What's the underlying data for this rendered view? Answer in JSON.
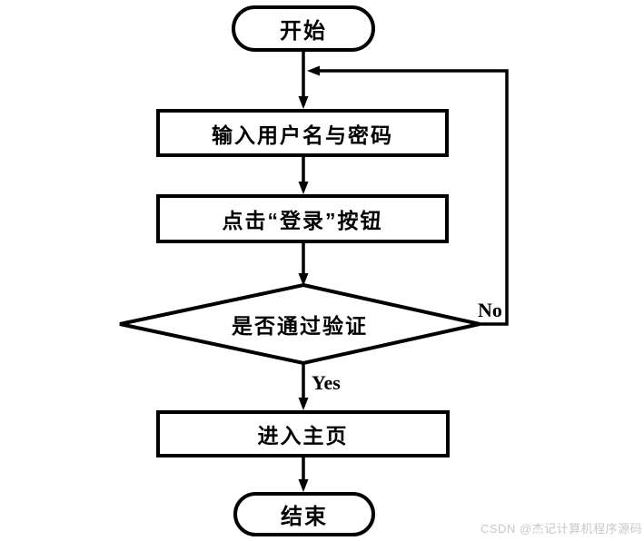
{
  "flowchart": {
    "nodes": {
      "start": {
        "label": "开始",
        "type": "terminator"
      },
      "input": {
        "label": "输入用户名与密码",
        "type": "process"
      },
      "click": {
        "label": "点击“登录”按钮",
        "type": "process"
      },
      "verify": {
        "label": "是否通过验证",
        "type": "decision"
      },
      "home": {
        "label": "进入主页",
        "type": "process"
      },
      "end": {
        "label": "结束",
        "type": "terminator"
      }
    },
    "edges": {
      "yes_label": "Yes",
      "no_label": "No"
    },
    "colors": {
      "stroke": "#000000",
      "node_fill": "#ffffff",
      "watermark": "#c8c8c8"
    }
  },
  "watermark": {
    "text": "CSDN @杰记计算机程序源码"
  }
}
